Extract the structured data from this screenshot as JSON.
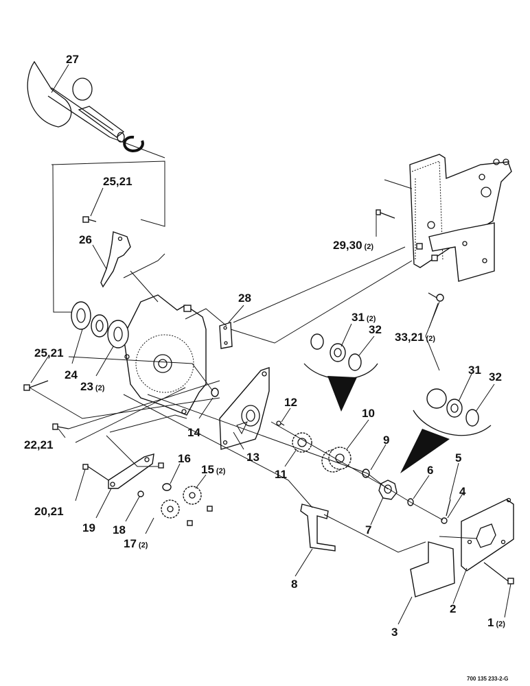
{
  "callouts": [
    {
      "id": "c27",
      "main": "27",
      "qty": ""
    },
    {
      "id": "c25a",
      "main": "25,21",
      "qty": ""
    },
    {
      "id": "c26",
      "main": "26",
      "qty": ""
    },
    {
      "id": "c28",
      "main": "28",
      "qty": ""
    },
    {
      "id": "c29",
      "main": "29,30",
      "qty": "(2)"
    },
    {
      "id": "c33",
      "main": "33,21",
      "qty": "(2)"
    },
    {
      "id": "c31a",
      "main": "31",
      "qty": "(2)"
    },
    {
      "id": "c32a",
      "main": "32",
      "qty": ""
    },
    {
      "id": "c25b",
      "main": "25,21",
      "qty": ""
    },
    {
      "id": "c24",
      "main": "24",
      "qty": ""
    },
    {
      "id": "c23",
      "main": "23",
      "qty": "(2)"
    },
    {
      "id": "c31b",
      "main": "31",
      "qty": ""
    },
    {
      "id": "c32b",
      "main": "32",
      "qty": ""
    },
    {
      "id": "c12",
      "main": "12",
      "qty": ""
    },
    {
      "id": "c10",
      "main": "10",
      "qty": ""
    },
    {
      "id": "c14",
      "main": "14",
      "qty": ""
    },
    {
      "id": "c9",
      "main": "9",
      "qty": ""
    },
    {
      "id": "c5",
      "main": "5",
      "qty": ""
    },
    {
      "id": "c22",
      "main": "22,21",
      "qty": ""
    },
    {
      "id": "c13",
      "main": "13",
      "qty": ""
    },
    {
      "id": "c11",
      "main": "11",
      "qty": ""
    },
    {
      "id": "c16",
      "main": "16",
      "qty": ""
    },
    {
      "id": "c15",
      "main": "15",
      "qty": "(2)"
    },
    {
      "id": "c6",
      "main": "6",
      "qty": ""
    },
    {
      "id": "c4",
      "main": "4",
      "qty": ""
    },
    {
      "id": "c20",
      "main": "20,21",
      "qty": ""
    },
    {
      "id": "c19",
      "main": "19",
      "qty": ""
    },
    {
      "id": "c18",
      "main": "18",
      "qty": ""
    },
    {
      "id": "c17",
      "main": "17",
      "qty": "(2)"
    },
    {
      "id": "c7",
      "main": "7",
      "qty": ""
    },
    {
      "id": "c8",
      "main": "8",
      "qty": ""
    },
    {
      "id": "c2",
      "main": "2",
      "qty": ""
    },
    {
      "id": "c1",
      "main": "1",
      "qty": "(2)"
    },
    {
      "id": "c3",
      "main": "3",
      "qty": ""
    }
  ],
  "drawing_code": "700 135 233-2-G"
}
